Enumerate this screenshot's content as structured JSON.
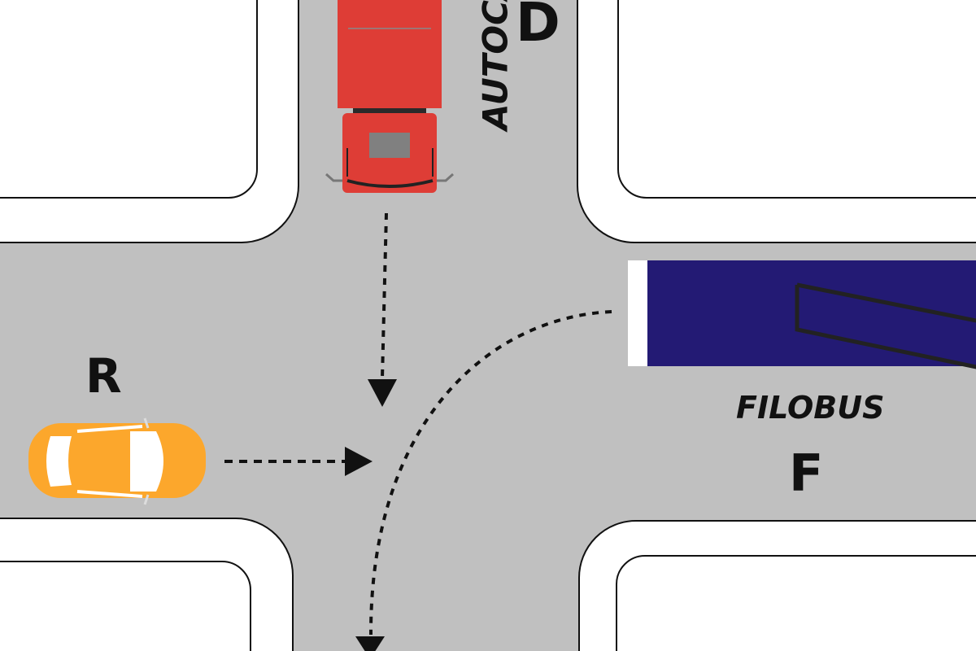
{
  "labels": {
    "truck_type": "AUTOCA",
    "truck_letter": "D",
    "car_letter": "R",
    "trolleybus_type": "FILOBUS",
    "trolleybus_letter": "F"
  },
  "colors": {
    "road": "#c0c0c0",
    "sidewalk": "#ffffff",
    "truck": "#de3d36",
    "car": "#fca72c",
    "trolleybus": "#231a74",
    "arrow": "#111111"
  }
}
